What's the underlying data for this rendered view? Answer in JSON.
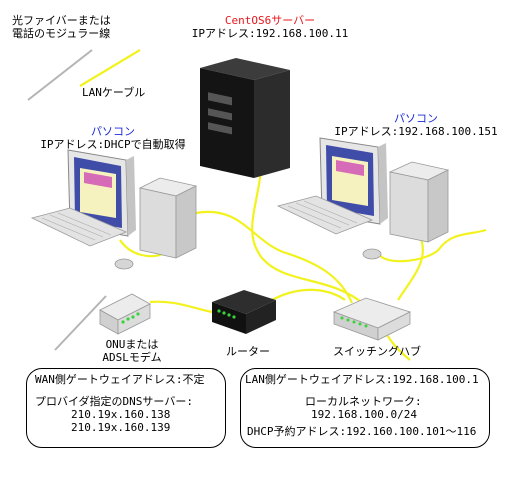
{
  "legend": {
    "fiber_line1": "光ファイバーまたは",
    "fiber_line2": "電話のモジュラー線",
    "lan_cable": "LANケーブル"
  },
  "server": {
    "name": "CentOS6サーバー",
    "ip": "IPアドレス:192.168.100.11"
  },
  "pc_left": {
    "name": "パソコン",
    "ip": "IPアドレス:DHCPで自動取得"
  },
  "pc_right": {
    "name": "パソコン",
    "ip": "IPアドレス:192.168.100.151"
  },
  "devices": {
    "onu_line1": "ONUまたは",
    "onu_line2": "ADSLモデム",
    "router": "ルーター",
    "hub": "スイッチングハブ"
  },
  "wan_box": {
    "gateway": "WAN側ゲートウェイアドレス:不定",
    "dns_title": "プロバイダ指定のDNSサーバー:",
    "dns1": "210.19x.160.138",
    "dns2": "210.19x.160.139"
  },
  "lan_box": {
    "gateway": "LAN側ゲートウェイアドレス:192.168.100.1",
    "network_title": "ローカルネットワーク:",
    "network": "192.168.100.0/24",
    "dhcp": "DHCP予約アドレス:192.160.100.101～116"
  },
  "colors": {
    "cable": "#f2f21e",
    "fiber": "#b4b4b4",
    "server_label": "#e8161c",
    "pc_label": "#1b2bd8"
  }
}
